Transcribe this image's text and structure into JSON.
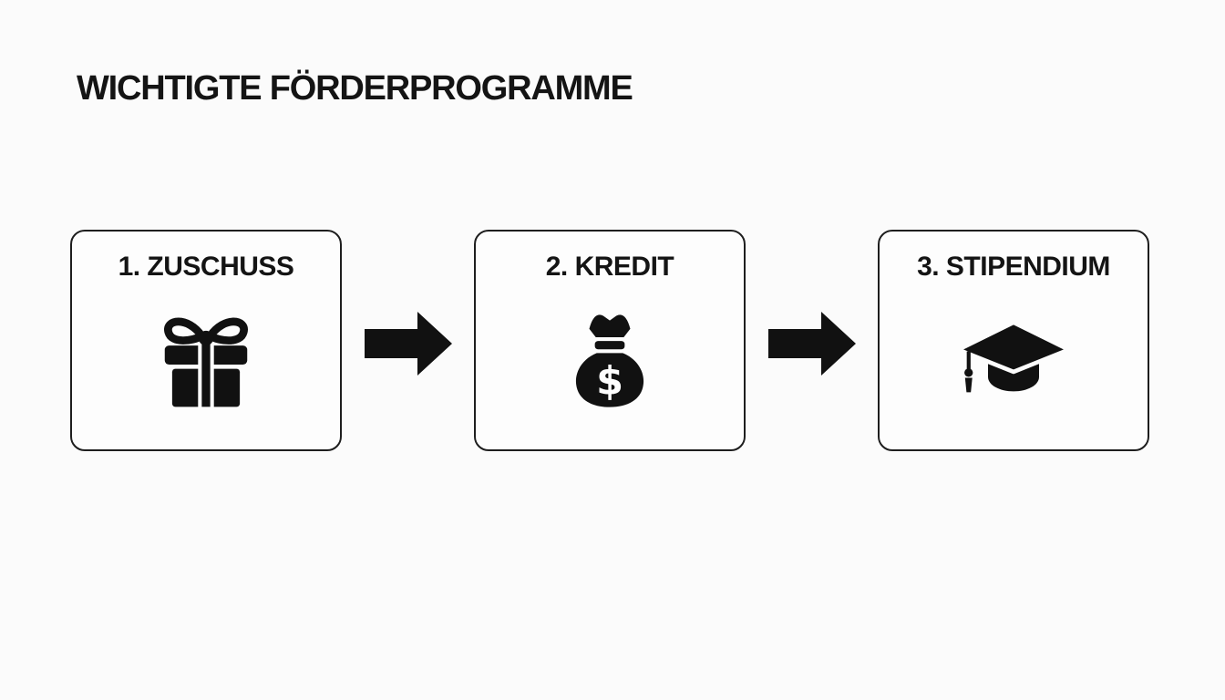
{
  "page": {
    "background_color": "#fbfbfb",
    "ink_color": "#111111"
  },
  "header": {
    "title": "WICHTIGTE FÖRDERPROGRAMME"
  },
  "diagram": {
    "steps": [
      {
        "label": "1. ZUSCHUSS",
        "icon": "gift-icon"
      },
      {
        "label": "2. KREDIT",
        "icon": "money-bag-icon",
        "currency_symbol": "$"
      },
      {
        "label": "3. STIPENDIUM",
        "icon": "graduation-cap-icon"
      }
    ],
    "connector": "arrow-right-icon"
  }
}
